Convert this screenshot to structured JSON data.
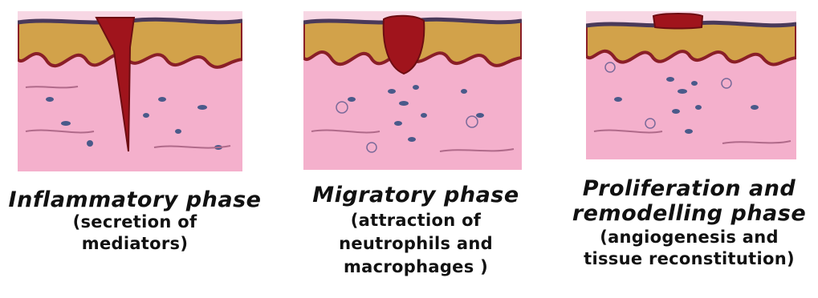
{
  "panels": [
    {
      "title_lines": [
        "Inflammatory phase"
      ],
      "sub_lines": [
        "(secretion of",
        "mediators)"
      ]
    },
    {
      "title_lines": [
        "Migratory phase"
      ],
      "sub_lines": [
        "(attraction of",
        "neutrophils and",
        "macrophages )"
      ]
    },
    {
      "title_lines": [
        "Proliferation and",
        "remodelling phase"
      ],
      "sub_lines": [
        "(angiogenesis and",
        "tissue reconstitution)"
      ]
    }
  ],
  "colors": {
    "dermis": "#f2a9c6",
    "epidermis": "#d2a24a",
    "border": "#8a1e27",
    "wound": "#a0141c",
    "cells": "#4a5a8a"
  }
}
